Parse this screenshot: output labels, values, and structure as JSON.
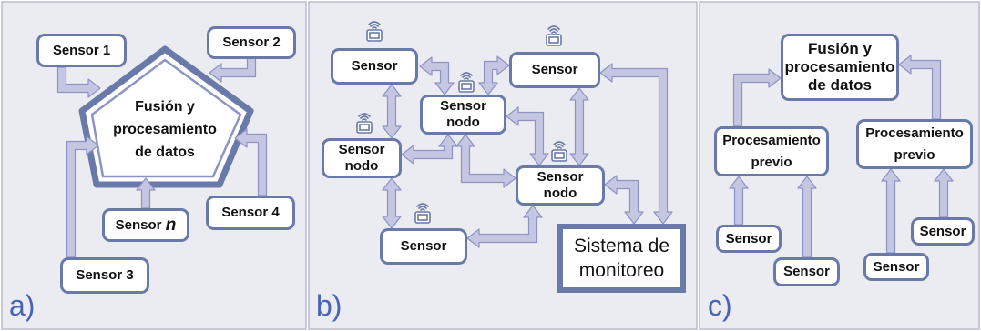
{
  "colors": {
    "background": "#ebebf2",
    "border": "#6a7aa8",
    "arrow_fill": "#c5c6e2",
    "arrow_stroke": "#8d93c4",
    "panel_label": "#4a63b5"
  },
  "panel_a": {
    "label": "a)",
    "center": "Fusión y\nprocesamiento\nde datos",
    "sensor1": "Sensor 1",
    "sensor2": "Sensor 2",
    "sensor3": "Sensor 3",
    "sensor4": "Sensor 4",
    "sensor_n_prefix": "Sensor ",
    "sensor_n_suffix": "n"
  },
  "panel_b": {
    "label": "b)",
    "sensor_top_left": "Sensor",
    "sensor_top_right": "Sensor",
    "node_center": "Sensor\nnodo",
    "node_left": "Sensor\nnodo",
    "node_right": "Sensor\nnodo",
    "sensor_bottom": "Sensor",
    "monitor": "Sistema de\nmonitoreo"
  },
  "panel_c": {
    "label": "c)",
    "fusion": "Fusión y\nprocesamiento\nde datos",
    "pre_left": "Procesamiento\nprevio",
    "pre_right": "Procesamiento\nprevio",
    "sensor_1": "Sensor",
    "sensor_2": "Sensor",
    "sensor_3": "Sensor",
    "sensor_4": "Sensor"
  }
}
